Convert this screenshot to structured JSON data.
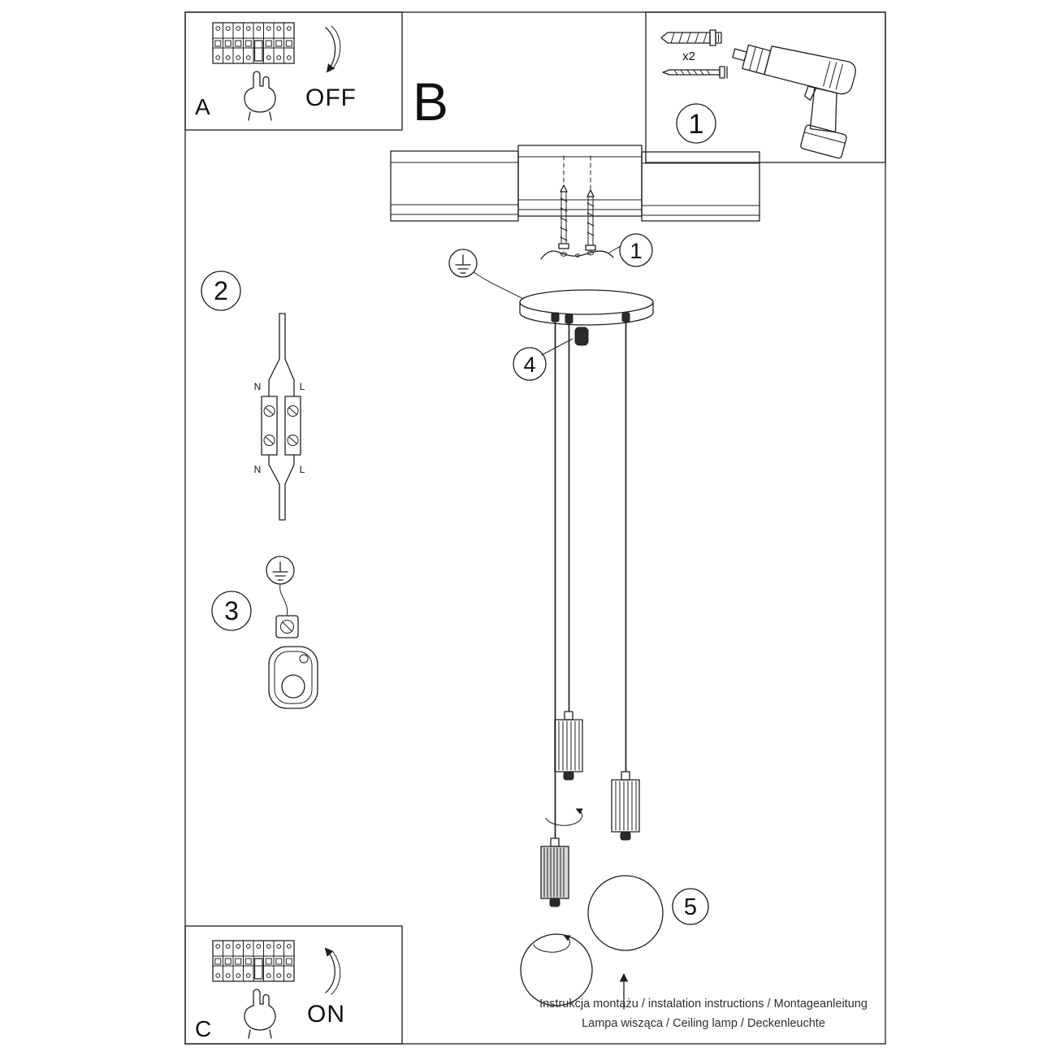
{
  "colors": {
    "line": "#1f1f1f",
    "border": "#3a3a3a",
    "paper": "#ffffff"
  },
  "panel_a": {
    "label": "A",
    "switch_state": "OFF"
  },
  "section_b": {
    "label": "B"
  },
  "panel_c": {
    "label": "C",
    "switch_state": "ON"
  },
  "hardware_box": {
    "step_number": "1",
    "anchor_quantity": "x2"
  },
  "callouts": {
    "mounting": "1",
    "wiring": "2",
    "grounding": "3",
    "cord_grip": "4",
    "bulb": "5"
  },
  "wiring_diagram": {
    "top_left": "N",
    "top_right": "L",
    "bottom_left": "N",
    "bottom_right": "L"
  },
  "footer": {
    "line1": "Instrukcja montażu / instalation instructions / Montageanleitung",
    "line2": "Lampa wisząca / Ceiling lamp / Deckenleuchte"
  }
}
